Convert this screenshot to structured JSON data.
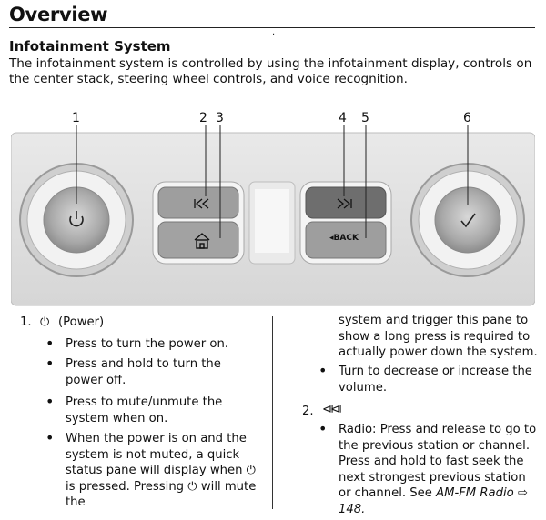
{
  "header": {
    "title": "Overview",
    "subtitle": "Infotainment System"
  },
  "intro": "The infotainment system is controlled by using the infotainment display, controls on the center stack, steering wheel controls, and voice recognition.",
  "figure": {
    "callouts": [
      "1",
      "2",
      "3",
      "4",
      "5",
      "6"
    ],
    "buttons": {
      "back_label": "◂BACK"
    }
  },
  "left_column": {
    "item1": {
      "number": "1.",
      "label": "(Power)"
    },
    "bullets": [
      "Press to turn the power on.",
      "Press and hold to turn the power off.",
      "Press to mute/unmute the system when on.",
      "When the power is on and the system is not muted, a quick status pane will display when ⏻ is pressed. Pressing ⏻ will mute the"
    ]
  },
  "right_column": {
    "continuation": "system and trigger this pane to show a long press is required to actually power down the system.",
    "bullet_volume": "Turn to decrease or increase the volume.",
    "item2": {
      "number": "2.",
      "icon": "⧏⧏"
    },
    "bullet_radio": "Radio: Press and release to go to the previous station or channel. Press and hold to fast seek the next strongest previous station or channel. See",
    "link_text": "AM-FM Radio",
    "page_ref": "148."
  }
}
